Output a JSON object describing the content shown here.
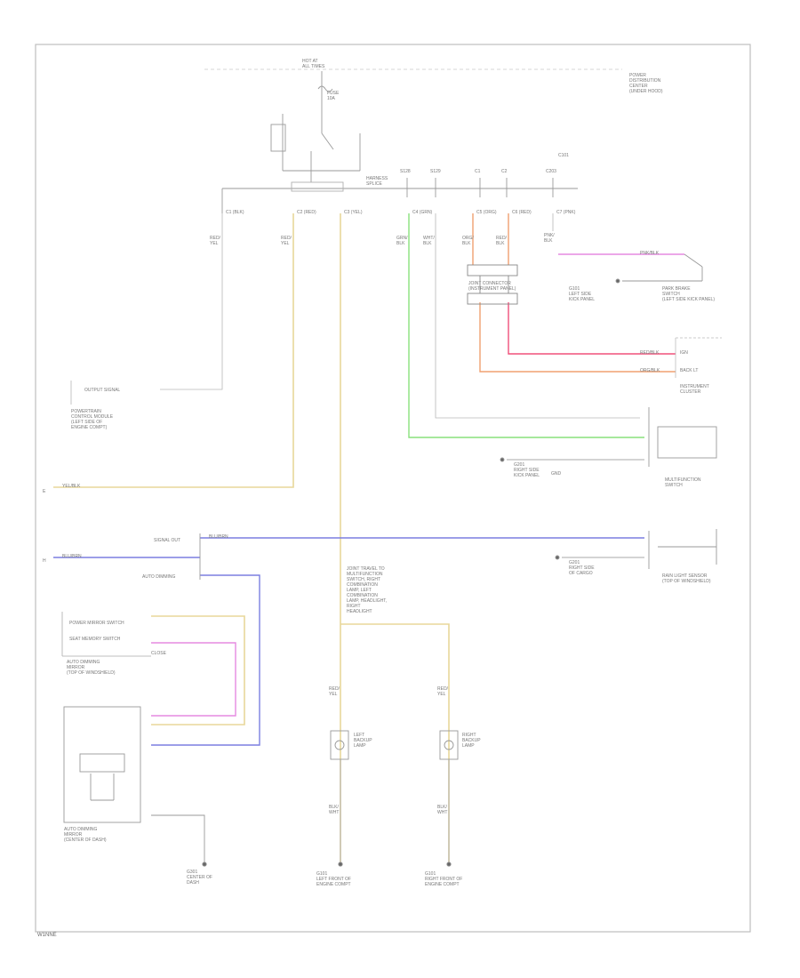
{
  "figure_id": "W1NNE",
  "wire_colors": {
    "yellow": "#e8d79a",
    "blue": "#7b7fe0",
    "green": "#88e07c",
    "orange": "#f0a070",
    "red": "#f0507a",
    "pink": "#e58ae0",
    "gray": "#9a9a9a"
  },
  "labels": {
    "power_top": "HOT AT\nALL TIMES",
    "fuse": "FUSE\n10A",
    "relay_box": "POWER\nDISTRIBUTION\nCENTER\n(UNDER HOOD)",
    "connector_top": "C101",
    "harness_splice": "HARNESS\nSPLICE",
    "splice_row": [
      "S128",
      "S129",
      "C1",
      "C2",
      "C203"
    ],
    "wire_top_1": "C1 (BLK)",
    "wire_top_2": "C2 (RED)",
    "wire_top_3": "C3 (YEL)",
    "wire_top_4": "C4 (GRN)",
    "wire_top_5": "C5 (ORG)",
    "wire_top_6": "C6 (RED)",
    "wire_top_7": "C7 (PNK)",
    "colA": "RED/\nYEL",
    "colB": "RED/\nYEL",
    "colC": "GRN/\nBLK",
    "colD": "WHT/\nBLK",
    "colE": "ORG/\nBLK",
    "colF": "RED/\nBLK",
    "colG": "PNK/\nBLK",
    "joint_connector": "JOINT CONNECTOR\n(INSTRUMENT PANEL)",
    "left_module": "POWERTRAIN\nCONTROL MODULE\n(LEFT SIDE OF\nENGINE COMPT)",
    "left_module_pin": "OUTPUT SIGNAL",
    "yellow_wire_label": "YEL/BLK",
    "blue_wire_label": "BLU/BRN",
    "signal_out": "SIGNAL OUT",
    "auto_dimming": "AUTO DIMMING",
    "pin_e": "E",
    "pin_h": "H",
    "right_switch_upper": "PARK BRAKE\nSWITCH\n(LEFT SIDE KICK PANEL)",
    "right_ground_upper": "G101\nLEFT SIDE\nKICK PANEL",
    "right_block": "INSTRUMENT\nCLUSTER",
    "red_wire_label": "RED/BLK",
    "orange_wire_label": "ORG/BLK",
    "pink_wire_label": "PNK/BLK",
    "ignition_label": "IGN",
    "back_light": "BACK LT",
    "ground_label": "GND",
    "ground_right_mid": "G201\nRIGHT SIDE\nKICK PANEL",
    "multifunction": "MULTIFUNCTION\nSWITCH",
    "rain_sensor": "RAIN LIGHT SENSOR\n(TOP OF WINDSHIELD)",
    "ground_right_low": "G201\nRIGHT SIDE\nOF CARGO",
    "left_mirror_module": "AUTO DIMMING\nMIRROR\n(TOP OF WINDSHIELD)",
    "mirror_pin_1": "POWER MIRROR SWITCH",
    "mirror_pin_2": "SEAT MEMORY SWITCH",
    "mirror_pin_3": "CLOSE",
    "main_device": "AUTO DIMMING\nMIRROR\n(CENTER OF DASH)",
    "ground_left_bottom": "G301\nCENTER OF\nDASH",
    "junction_note": "JOINT TRAVEL TO\nMULTIFUNCTION\nSWITCH, RIGHT\nCOMBINATION\nLAMP, LEFT\nCOMBINATION\nLAMP, HEADLIGHT,\nRIGHT\nHEADLIGHT",
    "left_lamp": "LEFT\nBACKUP\nLAMP",
    "right_lamp": "RIGHT\nBACKUP\nLAMP",
    "left_lamp_wire": "BLK/\nWHT",
    "right_lamp_wire": "BLK/\nWHT",
    "left_lamp_in": "RED/\nYEL",
    "right_lamp_in": "RED/\nYEL",
    "ground_left_lamp": "G101\nLEFT FRONT OF\nENGINE COMPT",
    "ground_right_lamp": "G101\nRIGHT FRONT OF\nENGINE COMPT"
  }
}
